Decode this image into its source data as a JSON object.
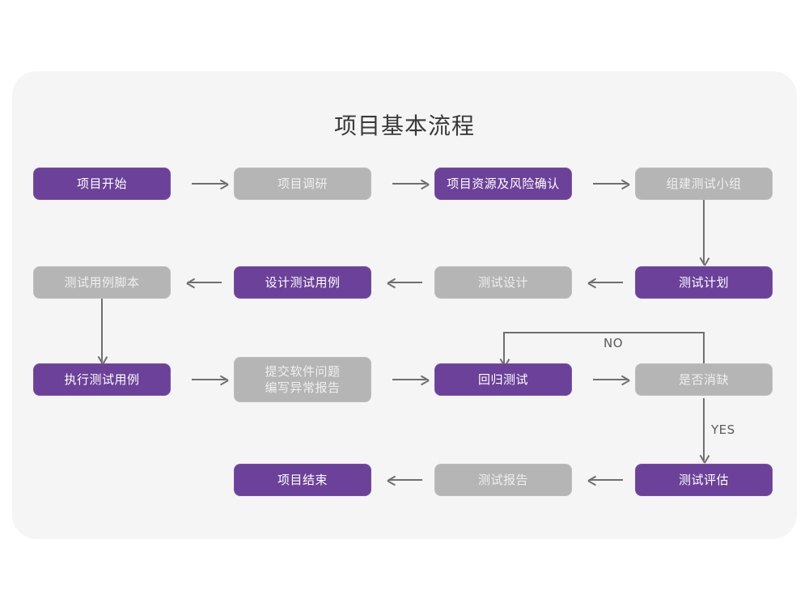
{
  "title": "项目基本流程",
  "colors": {
    "page_background": "#ffffff",
    "card_background": "#f5f5f6",
    "node_purple": "#6b4199",
    "node_gray": "#b5b5b5",
    "connector": "#6f6f6f",
    "title_text": "#3a3a3a"
  },
  "nodes": [
    {
      "id": "n1",
      "label": "项目开始",
      "style": "purple"
    },
    {
      "id": "n2",
      "label": "项目调研",
      "style": "gray"
    },
    {
      "id": "n3",
      "label": "项目资源及风险确认",
      "style": "purple"
    },
    {
      "id": "n4",
      "label": "组建测试小组",
      "style": "gray"
    },
    {
      "id": "n5",
      "label": "测试计划",
      "style": "purple"
    },
    {
      "id": "n6",
      "label": "测试设计",
      "style": "gray"
    },
    {
      "id": "n7",
      "label": "设计测试用例",
      "style": "purple"
    },
    {
      "id": "n8",
      "label": "测试用例脚本",
      "style": "gray"
    },
    {
      "id": "n9",
      "label": "执行测试用例",
      "style": "purple"
    },
    {
      "id": "n10",
      "label": "提交软件问题\n编写异常报告",
      "style": "gray"
    },
    {
      "id": "n11",
      "label": "回归测试",
      "style": "purple"
    },
    {
      "id": "n12",
      "label": "是否消缺",
      "style": "gray"
    },
    {
      "id": "n13",
      "label": "测试评估",
      "style": "purple"
    },
    {
      "id": "n14",
      "label": "测试报告",
      "style": "gray"
    },
    {
      "id": "n15",
      "label": "项目结束",
      "style": "purple"
    }
  ],
  "edge_labels": {
    "no": "NO",
    "yes": "YES"
  }
}
